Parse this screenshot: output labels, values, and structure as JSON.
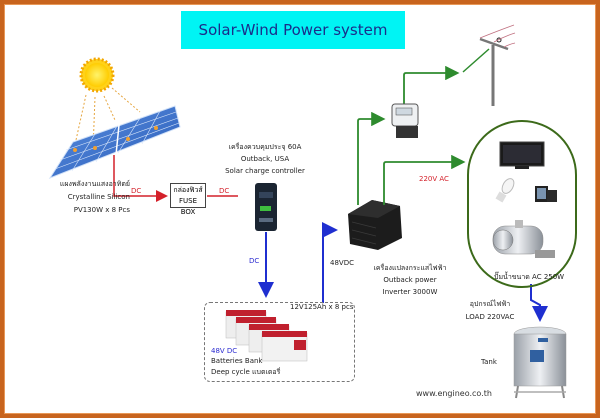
{
  "title": "Solar-Wind Power system",
  "solar_panel": {
    "label_th": "แผงพลังงานแสงอาทิตย์",
    "label_type": "Crystalline Silicon",
    "label_spec": "PV130W x 8 Pcs"
  },
  "fuse_box": {
    "label_th": "กล่องฟิวส์",
    "label_en": "FUSE BOX"
  },
  "charge_controller": {
    "label_th": "เครื่องควบคุมประจุ 60A",
    "label_brand": "Outback, USA",
    "label_type": "Solar charge controller"
  },
  "inverter": {
    "label_th": "เครื่องแปลงกระแสไฟฟ้า",
    "label_brand": "Outback power",
    "label_spec": "Inverter 3000W"
  },
  "battery_bank": {
    "spec": "12V125Ah x 8 pcs",
    "voltage": "48V DC",
    "label": "Batteries Bank",
    "label_type": "Deep cycle แบตเตอรี่"
  },
  "load": {
    "pump_label": "ปั๊มน้ำขนาด AC 250W",
    "label_th": "อุปกรณ์ไฟฟ้า",
    "label_en": "LOAD 220VAC"
  },
  "tank_label": "Tank",
  "connections": {
    "panel_to_fuse": "DC",
    "fuse_to_controller": "DC",
    "controller_to_battery": "DC",
    "battery_to_inverter": "48VDC",
    "inverter_to_load": "220V AC"
  },
  "footer_url": "www.engineo.co.th",
  "colors": {
    "frame": "#c8641e",
    "title_bg": "#00f4f4",
    "title_text": "#1a2d8a",
    "dc_line": "#d4202a",
    "battery_line": "#1f2fd0",
    "ac_line": "#2e8b2e",
    "load_outline": "#3c6a1a"
  }
}
